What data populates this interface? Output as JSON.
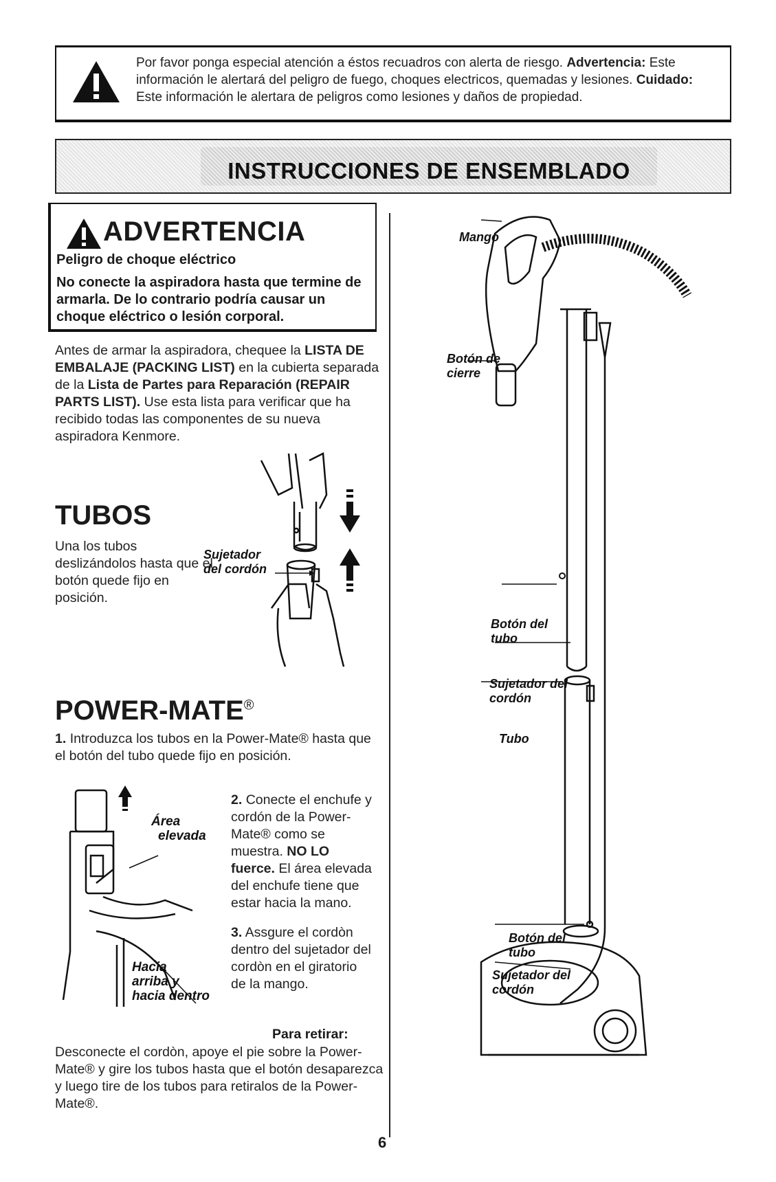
{
  "alert": {
    "text_1": "Por favor ponga especial atención a éstos recuadros con alerta de riesgo.",
    "advertencia_label": "Advertencia:",
    "text_2": "Este información le alertará del peligro de fuego, choques electricos, quemadas y lesiones.",
    "cuidado_label": "Cuidado:",
    "text_3": "Este información le alertara de peligros como lesiones y daños de propiedad."
  },
  "section": {
    "title": "INSTRUCCIONES DE ENSEMBLADO"
  },
  "warning": {
    "title": "ADVERTENCIA",
    "hazard": "Peligro de choque eléctrico",
    "body": "No conecte la aspiradora hasta que termine de armarla. De lo contrario podría causar un choque eléctrico o lesión corporal."
  },
  "intro": {
    "p1": "Antes de armar la aspiradora, chequee la",
    "b1": "LISTA DE EMBALAJE (PACKING LIST)",
    "p2": "en la cubierta separada de la",
    "b2": "Lista de Partes para Reparación (REPAIR PARTS LIST).",
    "p3": "Use esta lista para verificar que ha recibido todas las componentes de su nueva aspiradora Kenmore."
  },
  "tubos": {
    "heading": "TUBOS",
    "body": "Una los tubos deslizándolos hasta que el botón quede fijo en posición.",
    "callout_sujetador": [
      "Sujetador",
      "del cordón"
    ]
  },
  "powermate": {
    "heading": "POWER-MATE",
    "heading_mark": "®",
    "step1_num": "1.",
    "step1": "Introduzca los tubos en la Power-Mate® hasta que el botón del tubo quede fijo en posición.",
    "step2_num": "2.",
    "step2_a": "Conecte el enchufe y cordón de la Power-Mate® como se muestra.",
    "step2_bold": "NO LO fuerce.",
    "step2_b": "El área elevada del enchufe tiene que estar hacia la mano.",
    "step3_num": "3.",
    "step3": "Assgure el cordòn dentro del sujetador del cordòn en el giratorio de la mango.",
    "remove_label": "Para retirar:",
    "remove_body": "Desconecte el cordòn, apoye el pie sobre la Power-Mate® y gire los tubos hasta que el botón desaparezca y luego tire de los tubos para retiralos de la Power-Mate®.",
    "callout_area": [
      "Área",
      "elevada"
    ],
    "callout_hacia": [
      "Hacia",
      "arriba y",
      "hacia dentro"
    ]
  },
  "diagram": {
    "mango": "Mango",
    "boton_cierre": [
      "Botón de",
      "cierre"
    ],
    "boton_tubo_1": [
      "Botón del",
      "tubo"
    ],
    "sujetador_1": [
      "Sujetador del",
      "cordón"
    ],
    "tubo": "Tubo",
    "boton_tubo_2": [
      "Botón del",
      "tubo"
    ],
    "sujetador_2": [
      "Sujetador del",
      "cordón"
    ]
  },
  "page_number": "6"
}
